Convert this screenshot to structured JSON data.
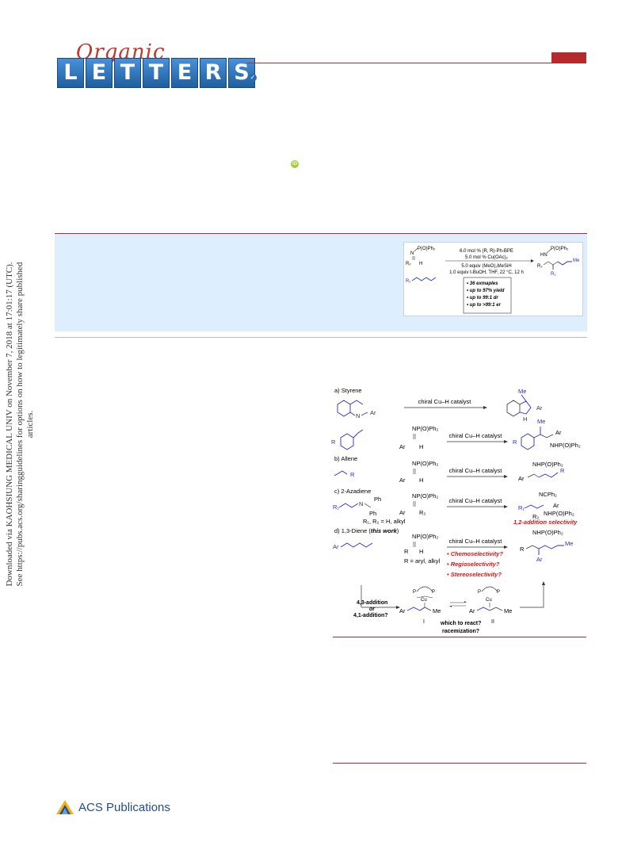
{
  "journal": {
    "script": "Organic",
    "letters": [
      "L",
      "E",
      "T",
      "T",
      "E",
      "R",
      "S"
    ]
  },
  "sidebar_text": {
    "line1": "Downloaded via KAOHSIUNG MEDICAL UNIV on November 7, 2018 at 17:01:17 (UTC).",
    "line2": "See https://pubs.acs.org/sharingguidelines for options on how to legitimately share published articles."
  },
  "toc": {
    "reagent": "P(O)Ph₂",
    "c1": "6.0 mol % (R, R)-Ph-BPE",
    "c2": "5.0 mol % Cu(OAc)₂",
    "c3": "5.0 equiv (MeO)₂MeSiH",
    "c4": "1.0 equiv t-BuOH, THF, 22 °C, 12 h",
    "bullets": [
      "• 36 exmaples",
      "• up to 97% yield",
      "• up to 99:1 dr",
      "• up to >99:1 er"
    ],
    "product_label": "P(O)Ph₂",
    "hn": "HN",
    "r1": "R₁",
    "r2": "R₂",
    "me": "Me",
    "h": "H",
    "n": "N"
  },
  "figure": {
    "a": "a) Styrene",
    "a_cat": "chiral Cu–H catalyst",
    "a_me": "Me",
    "a_ar": "Ar",
    "a_n": "N",
    "a_h": "H",
    "a2_reag": "NP(O)Ph₂",
    "a2_ar": "Ar",
    "a2_h": "H",
    "a2_cat": "chiral Cu–H catalyst",
    "a2_me": "Me",
    "a2_prod_ar": "Ar",
    "a2_prod": "NHP(O)Ph₂",
    "a2_r": "R",
    "b": "b) Allene",
    "b_r": "R",
    "b_reag": "NP(O)Ph₂",
    "b_ar": "Ar",
    "b_h": "H",
    "b_cat": "chiral Cu–H catalyst",
    "b_prod": "NHP(O)Ph₂",
    "b_prod_ar": "Ar",
    "b_prod_r": "R",
    "c": "c) 2-Azadiene",
    "c_r1": "R₁",
    "c_n": "N",
    "c_ph": "Ph",
    "c_ph2": "Ph",
    "c_reag": "NP(O)Ph₂",
    "c_ar": "Ar",
    "c_r2": "R₂",
    "c_cat": "chiral Cu–H catalyst",
    "c_prod_top": "NCPh₂",
    "c_prod_r1": "R₁",
    "c_prod_ar": "Ar",
    "c_prod_r2": "R₂",
    "c_prod": "NHP(O)Ph₂",
    "c_note": "R₁, R₂ = H, alkyl",
    "c_sel": "1,2-addition selectivity",
    "d": "d) 1,3-Diene (",
    "d_italic": "this work",
    "d_close": ")",
    "d_ar": "Ar",
    "d_reag": "NP(O)Ph₂",
    "d_r": "R",
    "d_h": "H",
    "d_note": "R = aryl, alkyl",
    "d_cat": "chiral Cu–H catalyst",
    "d_q1": "• Chemoselectivity?",
    "d_q2": "• Regioselectivity?",
    "d_q3": "• Stereoselectivity?",
    "d_prod": "NHP(O)Ph₂",
    "d_prod_r": "R",
    "d_prod_me": "Me",
    "d_prod_ar": "Ar",
    "add1": "4,3-addition",
    "add_or": "or",
    "add2": "4,1-addition?",
    "i_label": "I",
    "ii_label": "II",
    "i_me": "Me",
    "i_ar": "Ar",
    "ii_me": "Me",
    "ii_ar": "Ar",
    "p1": "P",
    "p2": "P",
    "p3": "P",
    "p4": "P",
    "cu1": "Cu",
    "cu2": "Cu",
    "which": "which to react?",
    "racem": "racemization?"
  },
  "footer": {
    "publisher": "ACS Publications"
  },
  "colors": {
    "accent": "#b52a2a",
    "blue": "#2a2ad0",
    "red": "#e01010",
    "band": "#ddeeff"
  }
}
